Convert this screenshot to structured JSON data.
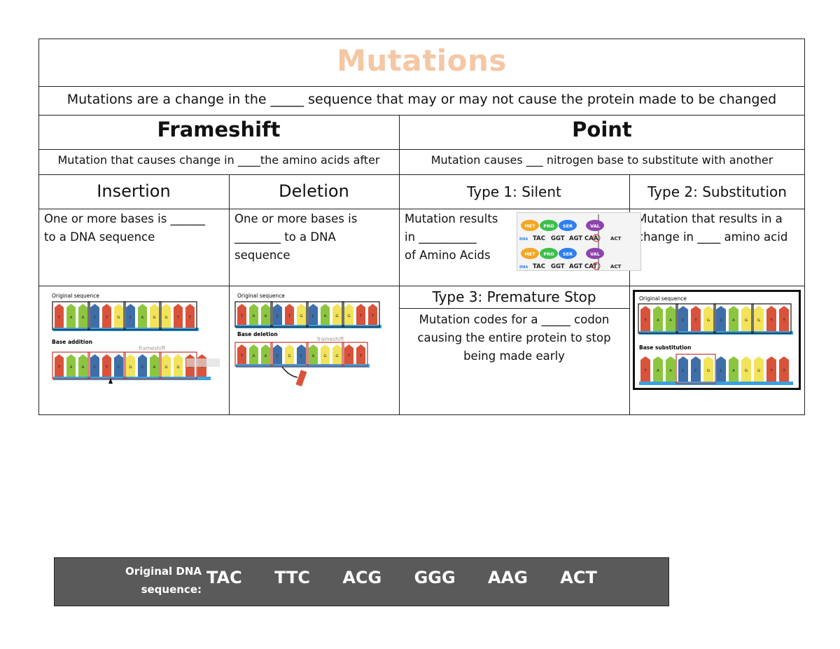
{
  "title": "Mutations",
  "intro": "Mutations are a change in the _____ sequence that may or may not cause the protein made to be changed",
  "frameshift": {
    "heading": "Frameshift",
    "desc": "Mutation that causes change in ____the amino acids after",
    "insertion": {
      "heading": "Insertion",
      "line1": "One or more bases is ______",
      "line2": "to a DNA sequence",
      "fig_label_top": "Original sequence",
      "fig_label_mid": "Base addition",
      "fig_label_arrow": "frameshift"
    },
    "deletion": {
      "heading": "Deletion",
      "line1": "One or more bases is",
      "line2": "________ to a DNA",
      "line3": "sequence",
      "fig_label_top": "Original sequence",
      "fig_label_mid": "Base deletion",
      "fig_label_arrow": "frameshift"
    }
  },
  "point": {
    "heading": "Point",
    "desc": "Mutation causes ___ nitrogen base to substitute with another",
    "silent": {
      "heading": "Type 1: Silent",
      "line1": "Mutation results",
      "line2": "in __________",
      "line3": "of Amino Acids",
      "fig": {
        "aminos": [
          "MET",
          "PRO",
          "SER",
          "VAL"
        ],
        "dna_label": "DNA",
        "row1": [
          "TAC",
          "GGT",
          "AGT",
          "CAA",
          "ACT"
        ],
        "row2": [
          "TAC",
          "GGT",
          "AGT",
          "CAT",
          "ACT"
        ],
        "amino_colors": [
          "#f5a623",
          "#3cbf4a",
          "#2f80ed",
          "#8e44ad"
        ]
      }
    },
    "substitution": {
      "heading": "Type 2: Substitution",
      "line1": "Mutation that results in a",
      "line2": "change in ____ amino acid",
      "fig_label_top": "Original sequence",
      "fig_label_mid": "Base substitution"
    },
    "premature": {
      "heading": "Type 3: Premature Stop",
      "line1": "Mutation codes for a _____ codon",
      "line2": "causing the entire protein to stop",
      "line3": "being made early"
    }
  },
  "original_dna": {
    "label_line1": "Original DNA",
    "label_line2": "sequence:",
    "codons": [
      "TAC",
      "TTC",
      "ACG",
      "GGG",
      "AAG",
      "ACT"
    ]
  },
  "base_colors": {
    "T": "#d9533b",
    "A": "#8cc63f",
    "C": "#3f6fa8",
    "G": "#f2e35b"
  }
}
